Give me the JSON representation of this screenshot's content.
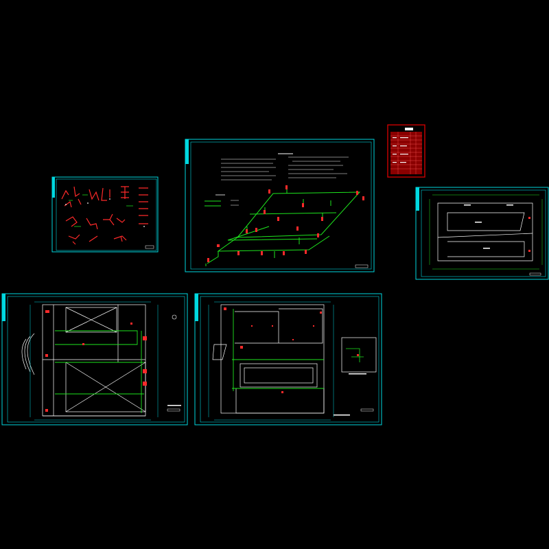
{
  "viewer": {
    "background": "#000000",
    "frame_color": "#00d8e0",
    "pipe_color": "#1ee61e",
    "fixture_color": "#ff2a2a",
    "line_color": "#ffffff",
    "title_block_color": "#cc0000"
  },
  "sheets": [
    {
      "id": "pipe-details",
      "icon": "detail-drawings-icon"
    },
    {
      "id": "system-isometric",
      "icon": "isometric-diagram-icon"
    },
    {
      "id": "schedule",
      "icon": "material-table-icon"
    },
    {
      "id": "roof-plan",
      "icon": "floor-plan-icon"
    },
    {
      "id": "first-floor-plan",
      "icon": "floor-plan-icon"
    },
    {
      "id": "second-floor-plan",
      "icon": "floor-plan-icon"
    }
  ]
}
